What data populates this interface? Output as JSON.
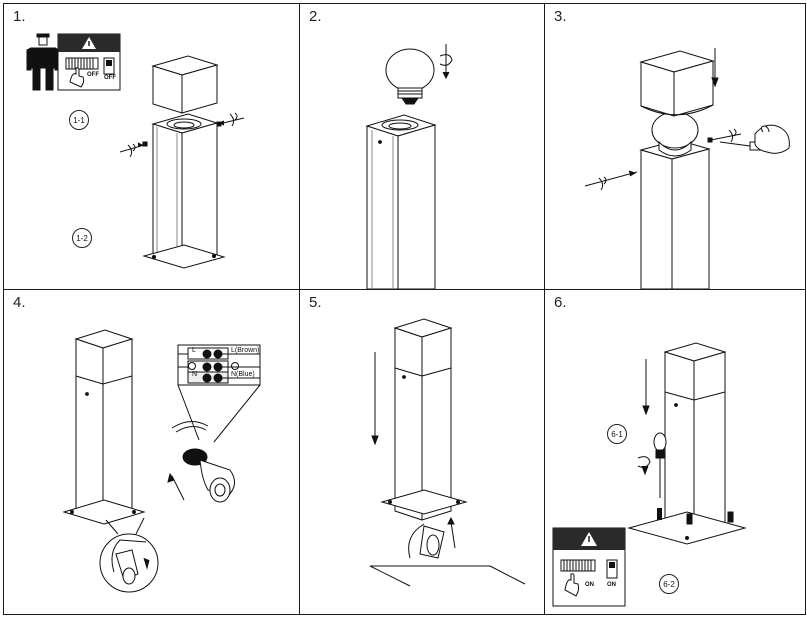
{
  "steps": [
    {
      "number": "1."
    },
    {
      "number": "2."
    },
    {
      "number": "3."
    },
    {
      "number": "4."
    },
    {
      "number": "5."
    },
    {
      "number": "6."
    }
  ],
  "callouts": {
    "c1_1": "1-1",
    "c1_2": "1-2",
    "c6_1": "6-1",
    "c6_2": "6-2"
  },
  "breaker": {
    "off_label": "OFF",
    "on_label": "ON"
  },
  "wiring": {
    "l_terminal": "L",
    "n_terminal": "N",
    "l_wire": "L(Brown)",
    "n_wire": "N(Blue)"
  },
  "colors": {
    "line": "#1a1a1a",
    "warning_panel": "#2a2a2a",
    "background": "#ffffff"
  }
}
